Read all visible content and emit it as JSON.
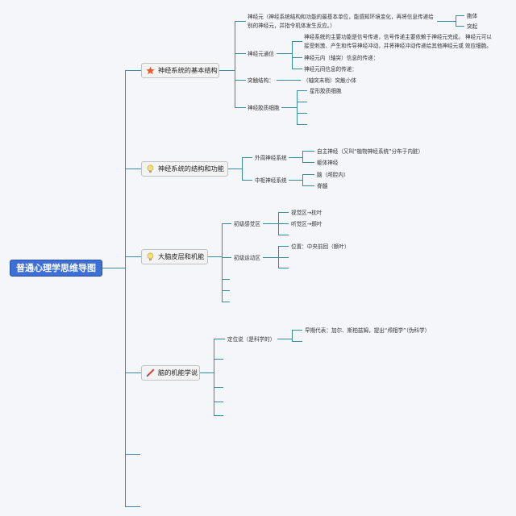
{
  "colors": {
    "background": "#f4f6fa",
    "connector": "#378c9b",
    "root_fill": "#3d6fd6",
    "topic_fill": "#f3f3f3",
    "star": "#ef5a2a",
    "lightbulb": "#f4e07a",
    "pen": "#d8432e"
  },
  "root": {
    "label": "普通心理学思维导图"
  },
  "branches": [
    {
      "label": "神经系统的基本结构",
      "icon": "star-icon",
      "children": [
        {
          "label": "神经元（神经系统结构和功能的最基本单位，能感知环境变化，再将信息传递给别的神经元，并指令机体发生反应。）",
          "children": [
            {
              "label": "胞体"
            },
            {
              "label": "突起"
            }
          ]
        },
        {
          "label": "神经元通信",
          "children": [
            {
              "label": "神经系统的主要功能是信号传递，信号传递主要依赖于神经元完成。 神经元可以接受刺激、产生和传导神经冲动，并将神经冲动传递给其他神经元或 效应细胞。"
            },
            {
              "label": "神经元内（轴突）信息的传递："
            },
            {
              "label": "神经元间信息的传递："
            }
          ]
        },
        {
          "label": "突触结构：",
          "children": [
            {
              "label": "（轴突末梢）突触小体"
            }
          ]
        },
        {
          "label": "神经胶质细胞",
          "children": [
            {
              "label": "星形胶质细胞"
            }
          ]
        }
      ]
    },
    {
      "label": "神经系统的结构和功能",
      "icon": "lightbulb-icon",
      "children": [
        {
          "label": "外周神经系统",
          "children": [
            {
              "label": "自主神经（又叫“植物神经系统”分布于内脏）"
            },
            {
              "label": "躯体神经"
            }
          ]
        },
        {
          "label": "中枢神经系统",
          "children": [
            {
              "label": "脑（颅腔内）"
            },
            {
              "label": "脊髓"
            }
          ]
        }
      ]
    },
    {
      "label": "大脑皮层和机能",
      "icon": "lightbulb-icon",
      "children": [
        {
          "label": "初级感觉区",
          "children": [
            {
              "label": "视觉区→枕叶"
            },
            {
              "label": "听觉区→颞叶"
            }
          ]
        },
        {
          "label": "初级运动区",
          "children": [
            {
              "label": "位置：中央前回（额叶）"
            }
          ]
        }
      ]
    },
    {
      "label": "脑的机能学说",
      "icon": "pen-icon",
      "children": [
        {
          "label": "定位说（是科学的）",
          "children": [
            {
              "label": "早期代表：加尔、斯柏兹姆，提出“颅相学”（伪科学）"
            }
          ]
        }
      ]
    }
  ]
}
